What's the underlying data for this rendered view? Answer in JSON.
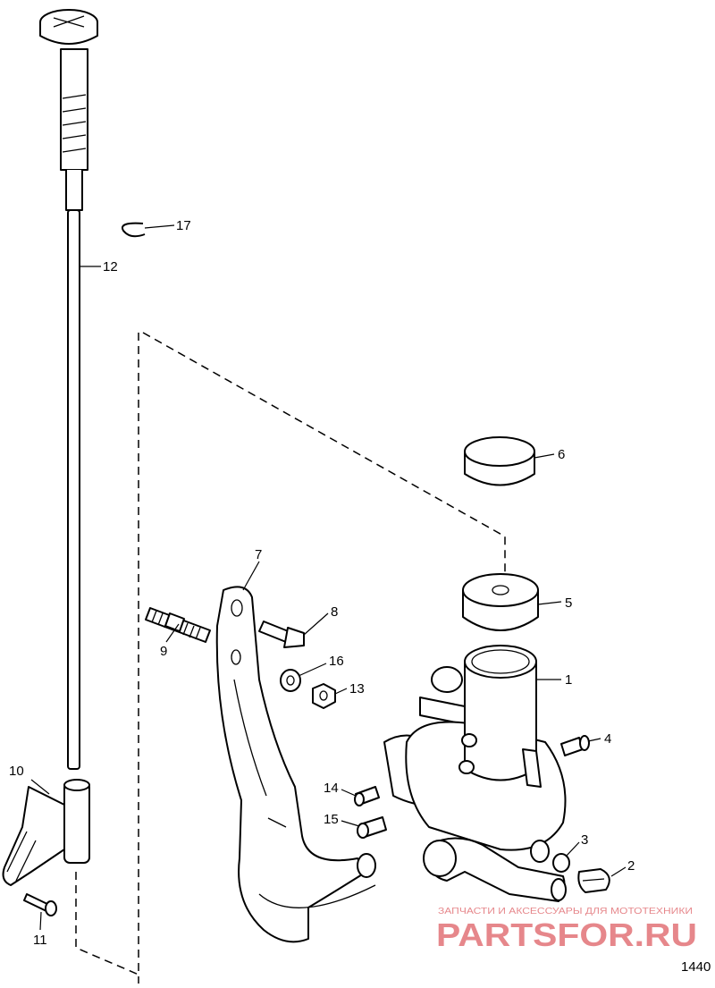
{
  "figure_number": "1440",
  "watermark": {
    "caption": "ЗАПЧАСТИ И АКСЕССУАРЫ ДЛЯ МОТОТЕХНИКИ",
    "brand": "PARTSFOR.RU",
    "color": "#d2252b"
  },
  "callouts": [
    {
      "id": "c1",
      "number": "1",
      "part": "housing"
    },
    {
      "id": "c2",
      "number": "2",
      "part": "drain-plug"
    },
    {
      "id": "c3",
      "number": "3",
      "part": "o-ring"
    },
    {
      "id": "c4",
      "number": "4",
      "part": "screw"
    },
    {
      "id": "c5",
      "number": "5",
      "part": "filter"
    },
    {
      "id": "c6",
      "number": "6",
      "part": "cap"
    },
    {
      "id": "c7",
      "number": "7",
      "part": "bracket"
    },
    {
      "id": "c8",
      "number": "8",
      "part": "bolt"
    },
    {
      "id": "c9",
      "number": "9",
      "part": "stud"
    },
    {
      "id": "c10",
      "number": "10",
      "part": "guide"
    },
    {
      "id": "c11",
      "number": "11",
      "part": "screw"
    },
    {
      "id": "c12",
      "number": "12",
      "part": "dipstick"
    },
    {
      "id": "c13",
      "number": "13",
      "part": "nut"
    },
    {
      "id": "c14",
      "number": "14",
      "part": "fitting"
    },
    {
      "id": "c15",
      "number": "15",
      "part": "fitting"
    },
    {
      "id": "c16",
      "number": "16",
      "part": "washer"
    },
    {
      "id": "c17",
      "number": "17",
      "part": "retaining-ring"
    }
  ]
}
